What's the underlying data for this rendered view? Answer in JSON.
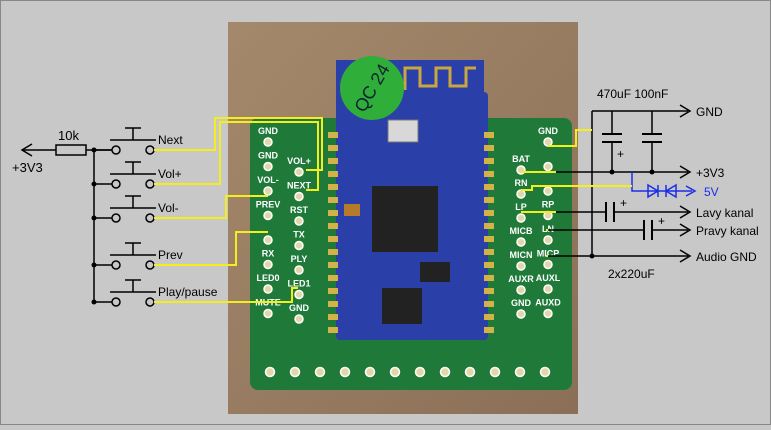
{
  "power_label": "+3V3",
  "resistor_label": "10k",
  "buttons": [
    {
      "label": "Next"
    },
    {
      "label": "Vol+"
    },
    {
      "label": "Vol-"
    },
    {
      "label": "Prev"
    },
    {
      "label": "Play/pause"
    }
  ],
  "module": {
    "chip_label": "QC 24",
    "left_pins": [
      "GND",
      "GND",
      "VOL-",
      "PREV",
      "",
      "RX",
      "LED0",
      "MUTE"
    ],
    "right_inner_pins": [
      "VOL+",
      "NEXT",
      "RST",
      "TX",
      "PLY",
      "LED1",
      "GND"
    ],
    "left_edge_pins": [
      "BAT",
      "RN",
      "LP",
      "MICB",
      "MICN",
      "AUXR",
      "GND"
    ],
    "right_edge_pins": [
      "GND",
      "",
      "",
      "RP",
      "LN",
      "MICP",
      "AUXL",
      "AUXD"
    ]
  },
  "right_side": {
    "cap_values": "470uF 100nF",
    "gnd": "GND",
    "v33": "+3V3",
    "v5": "5V",
    "left_channel": "Lavy kanal",
    "right_channel": "Pravy kanal",
    "audio_gnd": "Audio GND",
    "cap_out": "2x220uF",
    "plus": "+"
  },
  "colors": {
    "background": "#c8c8c8",
    "wire": "#000000",
    "yellow_wire": "#f4ee1c",
    "blue_wire": "#1a2ee8",
    "pcb_green": "#1f7a3a",
    "module_blue": "#2a3fa8",
    "board_bg": "#9a7e63"
  }
}
